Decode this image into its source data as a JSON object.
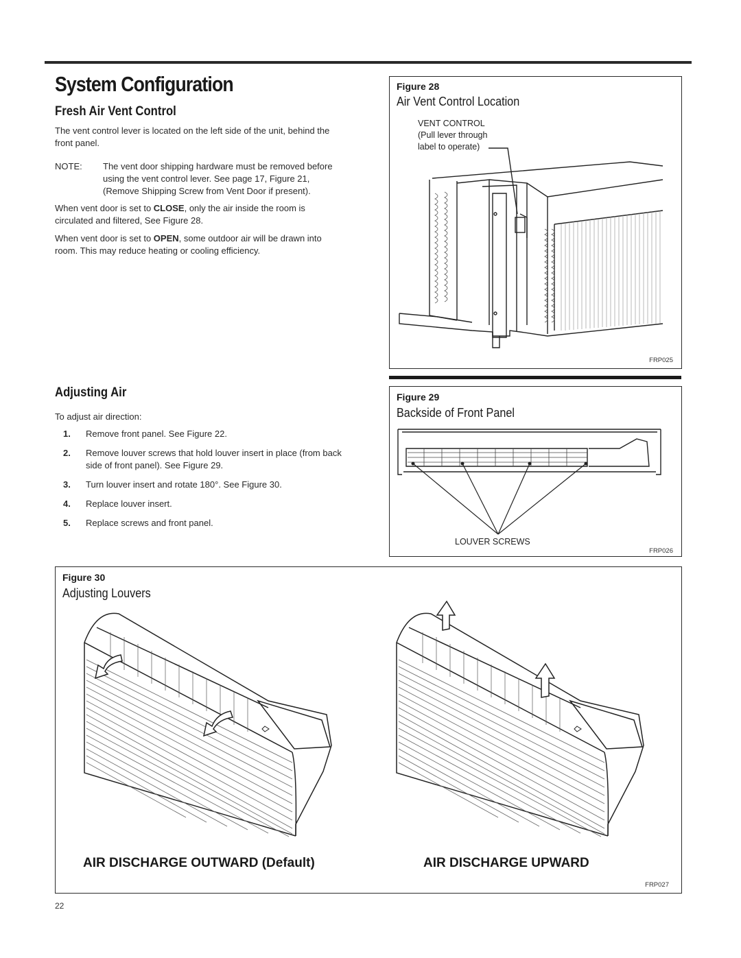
{
  "page_title": "System Configuration",
  "fresh_air": {
    "heading": "Fresh Air Vent Control",
    "para1": "The vent control lever is located on the left side of the unit, behind the front panel.",
    "note_label": "NOTE:",
    "note_text": "The vent door shipping hardware must be removed before using the vent control lever.  See page 17, Figure 21, (Remove Shipping Screw from Vent Door if present).",
    "close_pre": "When vent door is set to ",
    "close_word": "CLOSE",
    "close_post": ", only the air inside the room is circulated and filtered, See Figure 28.",
    "open_pre": "When vent door is set to ",
    "open_word": "OPEN",
    "open_post": ", some outdoor air will be drawn into room. This may reduce heating or cooling efficiency."
  },
  "figure28": {
    "label": "Figure 28",
    "title": "Air Vent Control Location",
    "callout_line1": "VENT CONTROL",
    "callout_line2": "(Pull lever through",
    "callout_line3": "label to operate)",
    "code": "FRP025"
  },
  "adjusting_air": {
    "heading": "Adjusting Air",
    "intro": "To adjust air direction:",
    "steps": [
      {
        "num": "1.",
        "text": "Remove front panel. See Figure 22."
      },
      {
        "num": "2.",
        "text": "Remove louver screws that hold louver insert in place (from back side of front panel). See Figure 29."
      },
      {
        "num": "3.",
        "text": "Turn louver insert and rotate 180°. See Figure 30."
      },
      {
        "num": "4.",
        "text": "Replace louver insert."
      },
      {
        "num": "5.",
        "text": "Replace screws and front panel."
      }
    ]
  },
  "figure29": {
    "label": "Figure 29",
    "title": "Backside of Front Panel",
    "callout": "LOUVER SCREWS",
    "code": "FRP026"
  },
  "figure30": {
    "label": "Figure 30",
    "title": "Adjusting Louvers",
    "caption_left": "AIR DISCHARGE OUTWARD (Default)",
    "caption_right": "AIR DISCHARGE UPWARD",
    "code": "FRP027"
  },
  "page_number": "22"
}
